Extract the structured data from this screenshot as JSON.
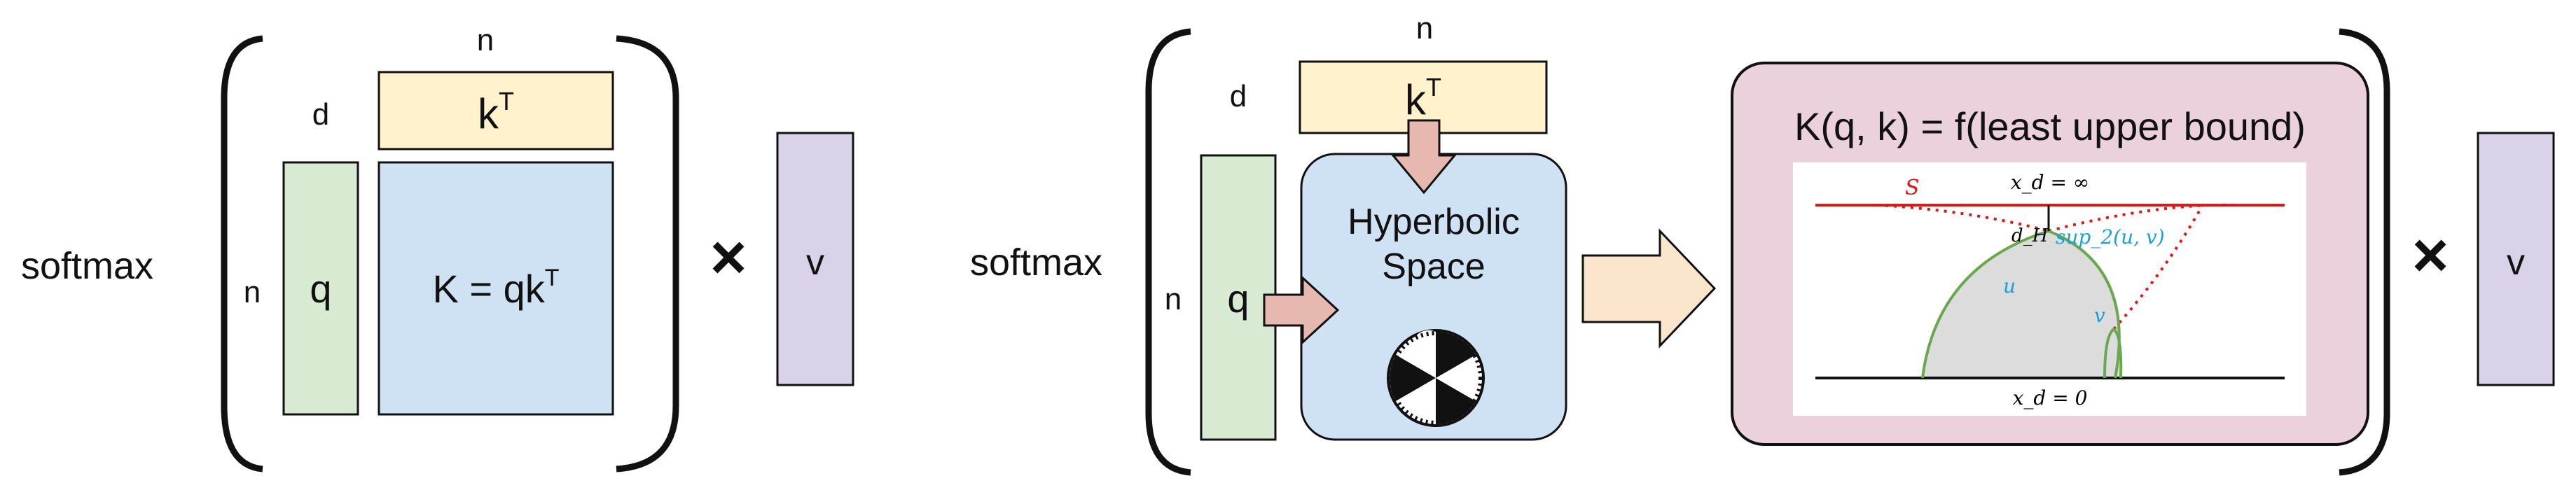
{
  "left": {
    "softmax": "softmax",
    "dim_n_top": "n",
    "dim_d": "d",
    "dim_n_left": "n",
    "kT": "k",
    "kT_sup": "T",
    "q": "q",
    "K_eq": "K = qk",
    "K_eq_sup": "T",
    "times": "×",
    "v": "v"
  },
  "right": {
    "softmax": "softmax",
    "dim_n_top": "n",
    "dim_d": "d",
    "dim_n_left": "n",
    "kT": "k",
    "kT_sup": "T",
    "q": "q",
    "hyperbolic_line1": "Hyperbolic",
    "hyperbolic_line2": "Space",
    "bound_title": "K(q, k) = f(least upper bound)",
    "times": "×",
    "v": "v"
  },
  "inset": {
    "xd_inf": "x_d = ∞",
    "xd_zero": "x_d = 0",
    "S": "S",
    "dH": "d_H",
    "sup": "sup_2(u, v)",
    "u": "u",
    "v": "v"
  },
  "colors": {
    "q_fill": "#d9ead3",
    "k_fill": "#fff2cc",
    "K_fill": "#cfe2f3",
    "v_fill": "#d9d2e9",
    "bound_fill": "#ead1dc",
    "arrow_fill": "#e6b8af",
    "big_arrow_fill": "#fce5cd",
    "red": "#e0161b",
    "blue": "#1b9fd8",
    "green": "#6aa84f"
  }
}
